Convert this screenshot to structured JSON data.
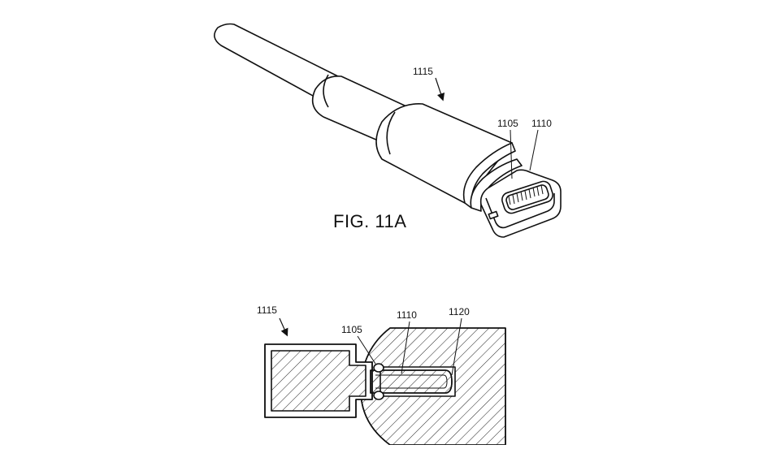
{
  "figure_top": {
    "caption": "FIG. 11A",
    "ref_assembly": "1115",
    "ref_seal": "1105",
    "ref_plug": "1110"
  },
  "figure_bottom": {
    "ref_assembly": "1115",
    "ref_seal": "1105",
    "ref_plug": "1110",
    "ref_receptacle": "1120"
  }
}
